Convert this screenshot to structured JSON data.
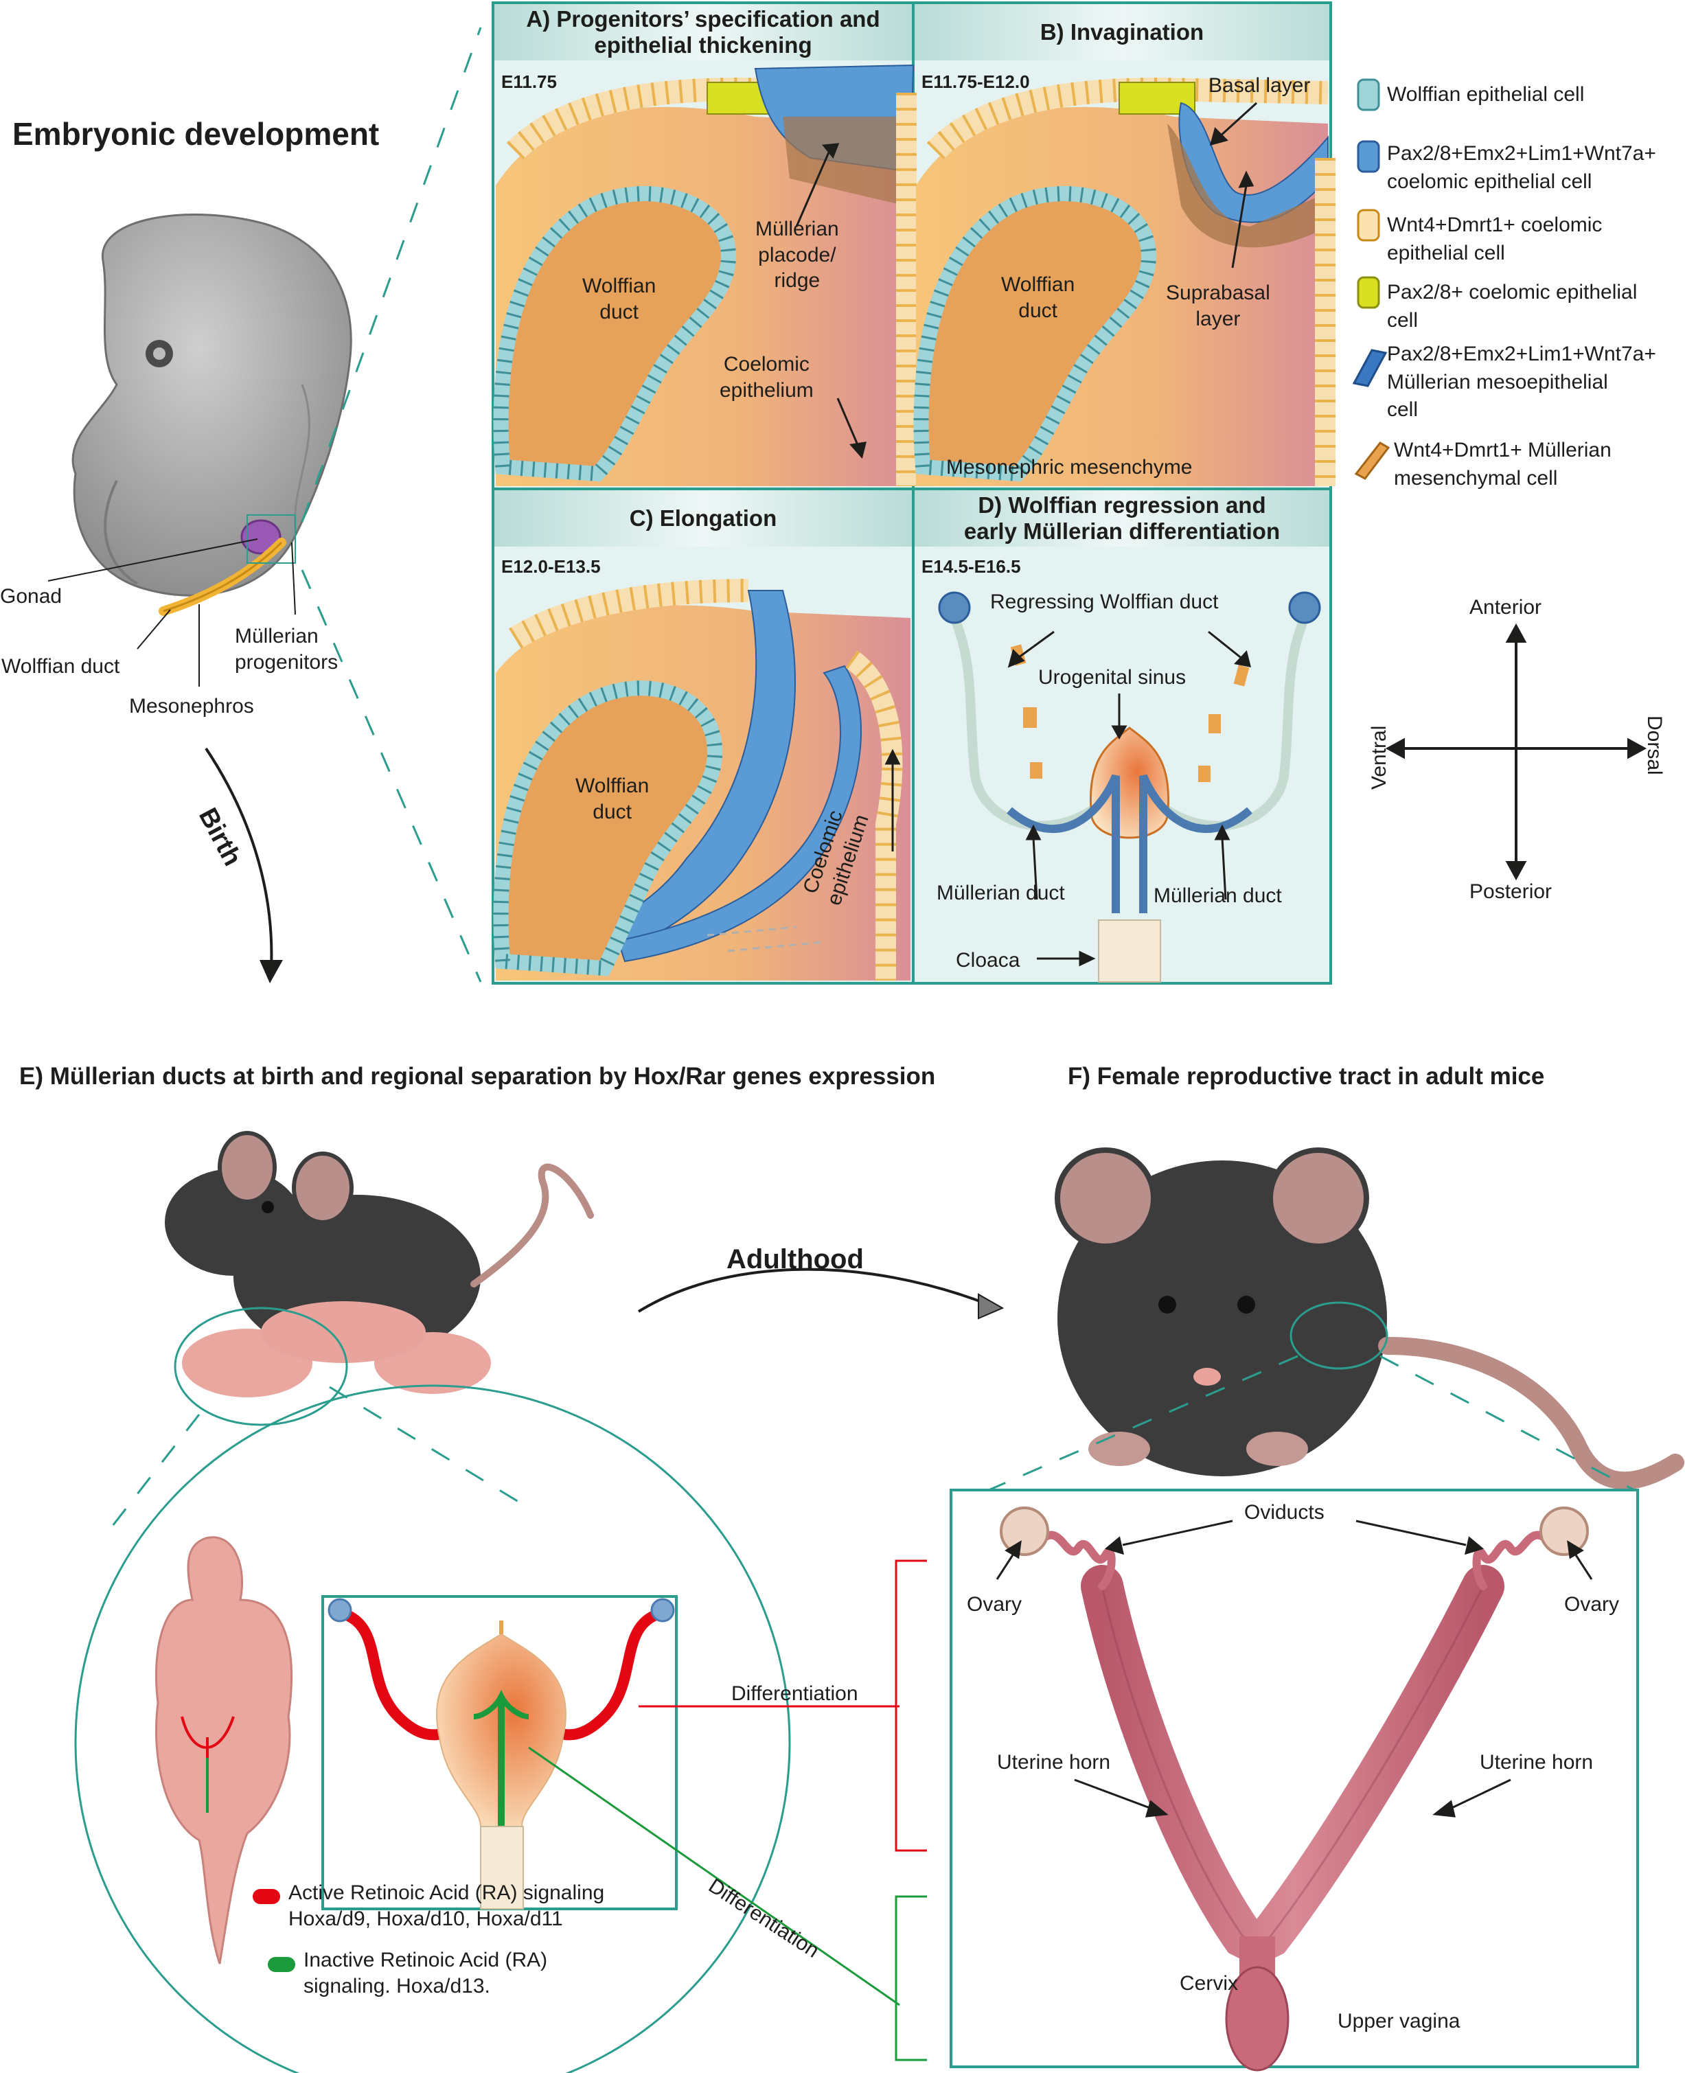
{
  "embryo": {
    "title": "Embryonic development",
    "labels": {
      "gonad": "Gonad",
      "wolffian_duct": "Wolffian duct",
      "mullerian_progenitors": "Müllerian\nprogenitors",
      "mesonephros": "Mesonephros"
    },
    "birth": "Birth"
  },
  "panels": {
    "a": {
      "title": "A) Progenitors’ specification and\nepithelial thickening",
      "stage": "E11.75",
      "labels": {
        "placode": "Müllerian\nplacode/\nridge",
        "wolffian": "Wolffian\nduct",
        "coelomic": "Coelomic\nepithelium"
      }
    },
    "b": {
      "title": "B) Invagination",
      "stage": "E11.75-E12.0",
      "labels": {
        "basal": "Basal layer",
        "wolffian": "Wolffian\nduct",
        "suprabasal": "Suprabasal\nlayer",
        "mesenchyme": "Mesonephric mesenchyme"
      }
    },
    "c": {
      "title": "C) Elongation",
      "stage": "E12.0-E13.5",
      "labels": {
        "wolffian": "Wolffian\nduct",
        "coelomic": "Coelomic\nepithelium"
      }
    },
    "d": {
      "title": "D) Wolffian regression and\nearly Müllerian differentiation",
      "stage": "E14.5-E16.5",
      "labels": {
        "regressing": "Regressing Wolffian duct",
        "urogenital": "Urogenital sinus",
        "mullerian_left": "Müllerian duct",
        "mullerian_right": "Müllerian duct",
        "cloaca": "Cloaca"
      }
    }
  },
  "legend": [
    {
      "text": "Wolffian epithelial cell",
      "icon": "wolffian-epithelial-cell-icon",
      "color": "#9fd4d8"
    },
    {
      "text": "Pax2/8+Emx2+Lim1+Wnt7a+\ncoelomic epithelial cell",
      "icon": "pax-coelomic-cell-icon",
      "color": "#5b9bd5"
    },
    {
      "text": "Wnt4+Dmrt1+ coelomic\nepithelial cell",
      "icon": "wnt4-coelomic-cell-icon",
      "color": "#fbe2b0"
    },
    {
      "text": "Pax2/8+ coelomic epithelial\ncell",
      "icon": "pax-epithelial-cell-icon",
      "color": "#d9e021"
    },
    {
      "text": "Pax2/8+Emx2+Lim1+Wnt7a+\nMüllerian mesoepithelial\ncell",
      "icon": "mullerian-mesoepithelial-cell-icon",
      "color": "#3a78c2"
    },
    {
      "text": "Wnt4+Dmrt1+ Müllerian\nmesenchymal cell",
      "icon": "mesenchymal-cell-icon",
      "color": "#e8a34c"
    }
  ],
  "axes": {
    "anterior": "Anterior",
    "posterior": "Posterior",
    "ventral": "Ventral",
    "dorsal": "Dorsal"
  },
  "section_e": {
    "title": "E) Müllerian ducts at birth and regional separation by Hox/Rar genes expression",
    "differentiation_upper": "Differentiation",
    "differentiation_lower": "Differentiation",
    "legend_active": "Active Retinoic Acid (RA) signaling\nHoxa/d9, Hoxa/d10, Hoxa/d11",
    "legend_inactive": "Inactive Retinoic Acid (RA)\nsignaling. Hoxa/d13.",
    "active_color": "#e30613",
    "inactive_color": "#1a9a3a"
  },
  "adulthood": "Adulthood",
  "section_f": {
    "title": "F) Female reproductive tract in adult mice",
    "labels": {
      "oviducts": "Oviducts",
      "ovary_left": "Ovary",
      "ovary_right": "Ovary",
      "uterine_left": "Uterine horn",
      "uterine_right": "Uterine horn",
      "cervix": "Cervix",
      "upper_vagina": "Upper vagina"
    }
  },
  "colors": {
    "teal": "#2a9d8f",
    "panel_bg": "#e4f2f1",
    "mesenchyme": "#f2b56b",
    "mouse": "#3c3c3c",
    "pup": "#e9a7a0"
  }
}
